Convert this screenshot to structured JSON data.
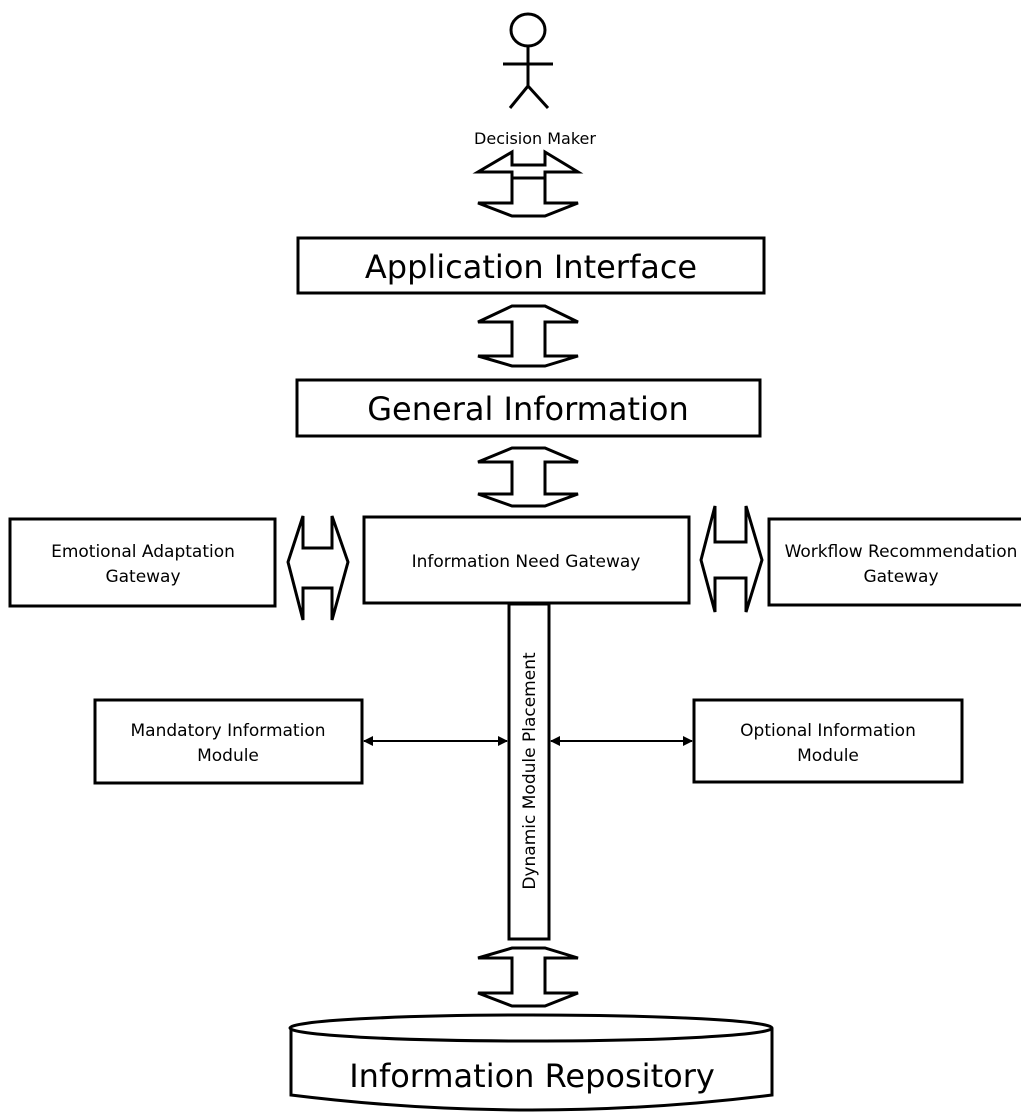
{
  "actor": {
    "label": "Decision Maker"
  },
  "application_interface": {
    "label": "Application Interface"
  },
  "general_information": {
    "label": "General Information"
  },
  "information_need_gateway": {
    "label": "Information Need Gateway"
  },
  "emotional_adaptation_gateway": {
    "line1": "Emotional Adaptation",
    "line2": "Gateway"
  },
  "workflow_recommendation_gateway": {
    "line1": "Workflow Recommendation",
    "line2": "Gateway"
  },
  "mandatory_information_module": {
    "line1": "Mandatory Information",
    "line2": "Module"
  },
  "optional_information_module": {
    "line1": "Optional Information",
    "line2": "Module"
  },
  "dynamic_module_placement": {
    "label": "Dynamic Module Placement"
  },
  "information_repository": {
    "label": "Information Repository"
  }
}
